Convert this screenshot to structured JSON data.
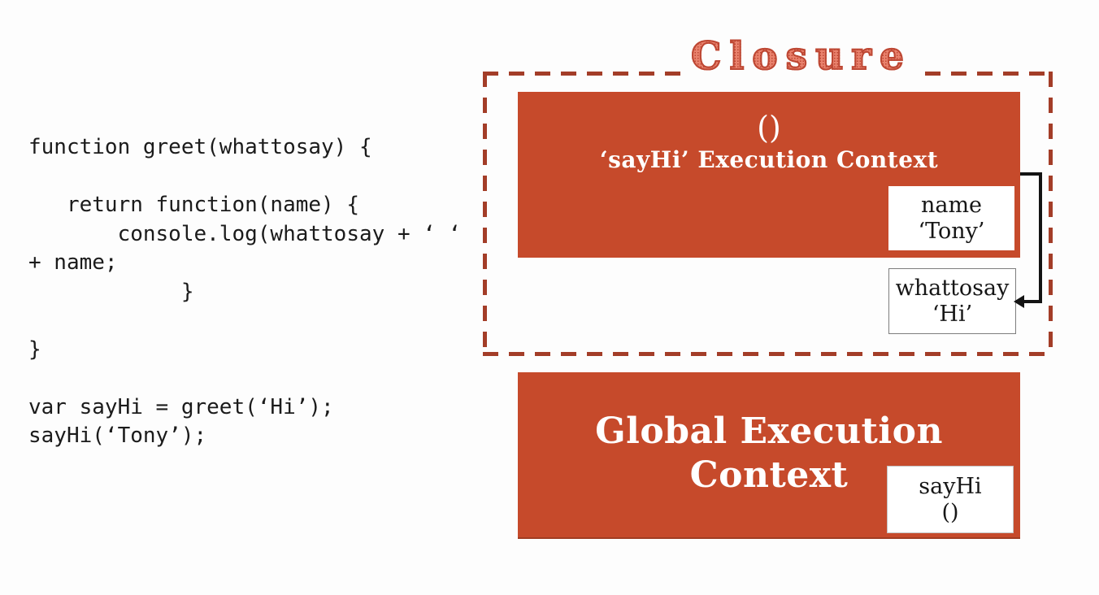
{
  "code": {
    "text": "function greet(whattosay) {\n\n   return function(name) {\n       console.log(whattosay + ‘ ‘\n+ name;\n            }\n\n}\n\nvar sayHi = greet(‘Hi’);\nsayHi(‘Tony’);"
  },
  "closure": {
    "title": "Closure",
    "sayhi_context": {
      "invocation_symbol": "()",
      "label": "‘sayHi’ Execution Context",
      "variables": [
        {
          "name": "name",
          "value": "‘Tony’"
        },
        {
          "name": "whattosay",
          "value": "‘Hi’"
        }
      ]
    }
  },
  "global_context": {
    "label": "Global Execution Context",
    "variables": [
      {
        "name": "sayHi",
        "value": "()"
      }
    ]
  },
  "colors": {
    "page_bg": "#fdfdfd",
    "box_fill": "#c64a2b",
    "dashed_border": "#a33d28",
    "title_fill": "#e9826d",
    "title_outline": "#bd4733",
    "arrow": "#131313",
    "code_color": "#1b1b1b"
  }
}
